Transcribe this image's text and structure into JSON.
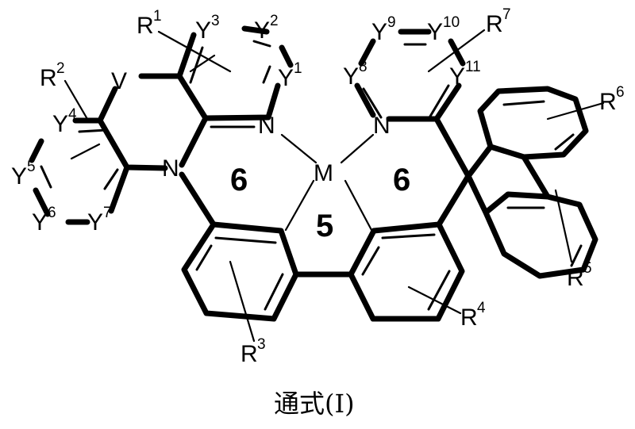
{
  "labels": {
    "M": "M",
    "N_left": "N",
    "N_mid": "N",
    "N_right": "N",
    "V": "V",
    "R1": "R",
    "R1_sup": "1",
    "R2": "R",
    "R2_sup": "2",
    "R3": "R",
    "R3_sup": "3",
    "R4": "R",
    "R4_sup": "4",
    "R5": "R",
    "R5_sup": "5",
    "R6": "R",
    "R6_sup": "6",
    "R7": "R",
    "R7_sup": "7",
    "Y1": "Y",
    "Y1_sup": "1",
    "Y2": "Y",
    "Y2_sup": "2",
    "Y3": "Y",
    "Y3_sup": "3",
    "Y4": "Y",
    "Y4_sup": "4",
    "Y5": "Y",
    "Y5_sup": "5",
    "Y6": "Y",
    "Y6_sup": "6",
    "Y7": "Y",
    "Y7_sup": "7",
    "Y8": "Y",
    "Y8_sup": "8",
    "Y9": "Y",
    "Y9_sup": "9",
    "Y10": "Y",
    "Y10_sup": "10",
    "Y11": "Y",
    "Y11_sup": "11"
  },
  "ring_sizes": {
    "left_chelate": "6",
    "center_chelate": "5",
    "right_chelate": "6"
  },
  "caption": "通式(I)"
}
